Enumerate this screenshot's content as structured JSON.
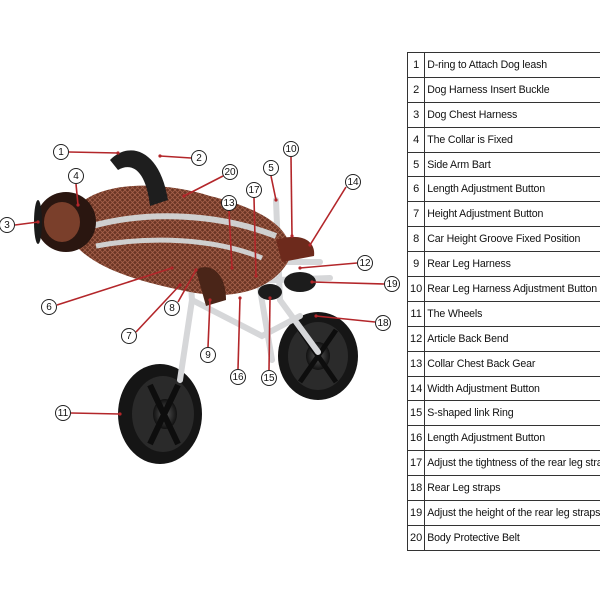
{
  "parts": [
    {
      "number": "1",
      "label": "D-ring to Attach Dog leash"
    },
    {
      "number": "2",
      "label": "Dog Harness Insert Buckle"
    },
    {
      "number": "3",
      "label": "Dog Chest Harness"
    },
    {
      "number": "4",
      "label": "The Collar is Fixed"
    },
    {
      "number": "5",
      "label": "Side Arm Bart"
    },
    {
      "number": "6",
      "label": "Length Adjustment Button"
    },
    {
      "number": "7",
      "label": "Height Adjustment Button"
    },
    {
      "number": "8",
      "label": "Car Height Groove Fixed Position"
    },
    {
      "number": "9",
      "label": "Rear Leg Harness"
    },
    {
      "number": "10",
      "label": "Rear Leg Harness Adjustment Button"
    },
    {
      "number": "11",
      "label": "The Wheels"
    },
    {
      "number": "12",
      "label": "Article Back Bend"
    },
    {
      "number": "13",
      "label": "Collar Chest Back Gear"
    },
    {
      "number": "14",
      "label": "Width Adjustment Button"
    },
    {
      "number": "15",
      "label": "S-shaped link Ring"
    },
    {
      "number": "16",
      "label": "Length Adjustment Button"
    },
    {
      "number": "17",
      "label": "Adjust the tightness of the rear leg straps"
    },
    {
      "number": "18",
      "label": "Rear Leg straps"
    },
    {
      "number": "19",
      "label": "Adjust the height of the rear leg straps"
    },
    {
      "number": "20",
      "label": "Body Protective Belt"
    }
  ],
  "callouts": [
    "1",
    "2",
    "3",
    "4",
    "5",
    "6",
    "7",
    "8",
    "9",
    "10",
    "11",
    "12",
    "13",
    "14",
    "15",
    "16",
    "17",
    "18",
    "19",
    "20"
  ],
  "colors": {
    "callout_line": "#b3262a",
    "harness_brown": "#5a2e1e",
    "harness_mesh": "#8a4a34",
    "reflective_stripe": "#c9c9c9",
    "frame_silver": "#d9dadc",
    "tire_black": "#1a1a1a"
  }
}
